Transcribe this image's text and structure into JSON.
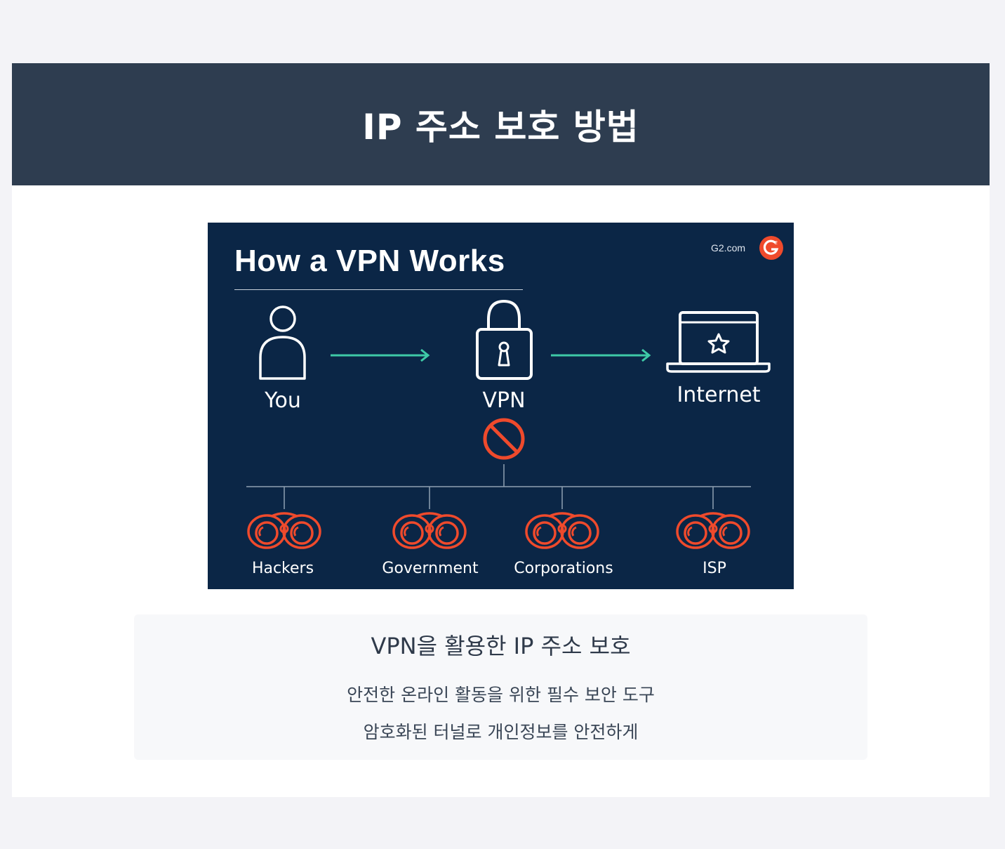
{
  "header": {
    "title": "IP 주소 보호 방법"
  },
  "infographic": {
    "title": "How a VPN Works",
    "brand": {
      "text": "G2.com",
      "logo_letter": "G",
      "logo_color": "#ef4a2c"
    },
    "nodes": [
      {
        "label": "You",
        "icon": "person-icon"
      },
      {
        "label": "VPN",
        "icon": "padlock-icon"
      },
      {
        "label": "Internet",
        "icon": "laptop-star-icon"
      }
    ],
    "block_icon": "no-entry-icon",
    "watchers": [
      {
        "label": "Hackers",
        "icon": "binoculars-icon"
      },
      {
        "label": "Government",
        "icon": "binoculars-icon"
      },
      {
        "label": "Corporations",
        "icon": "binoculars-icon"
      },
      {
        "label": "ISP",
        "icon": "binoculars-icon"
      }
    ],
    "colors": {
      "background": "#0b2646",
      "arrow": "#3ec9a7",
      "alert": "#ef4a2c",
      "line": "#8fa0b2"
    }
  },
  "caption": {
    "title": "VPN을 활용한 IP 주소 보호",
    "lines": [
      "안전한 온라인 활동을 위한 필수 보안 도구",
      "암호화된 터널로 개인정보를 안전하게"
    ]
  },
  "colors": {
    "header_bg": "#2e3d50",
    "page_bg": "#f3f3f7"
  }
}
